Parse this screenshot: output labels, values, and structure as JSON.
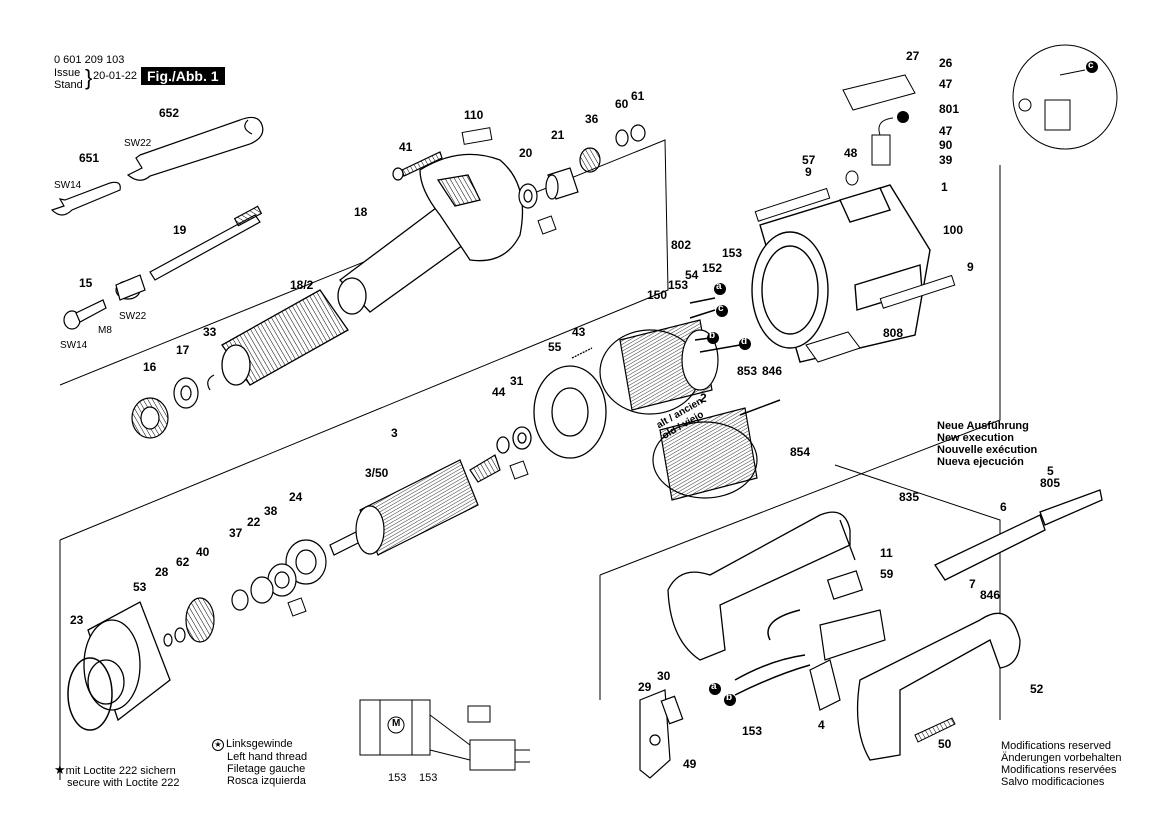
{
  "header": {
    "part_number": "0 601 209 103",
    "issue_label": "Issue",
    "stand_label": "Stand",
    "date": "20-01-22",
    "fig_label": "Fig./Abb. 1"
  },
  "callouts": [
    "652",
    "651",
    "SW22",
    "SW14",
    "110",
    "41",
    "18",
    "19",
    "18/2",
    "15",
    "M8",
    "SW22",
    "SW14",
    "20",
    "21",
    "36",
    "60",
    "61",
    "16",
    "17",
    "33",
    "27",
    "26",
    "47",
    "801",
    "47",
    "90",
    "39",
    "57",
    "9",
    "48",
    "1",
    "100",
    "9",
    "808",
    "802",
    "153",
    "54",
    "152",
    "153",
    "150",
    "a",
    "c",
    "b",
    "d",
    "43",
    "55",
    "44",
    "31",
    "alt / ancien",
    "old / viejo",
    "2",
    "853",
    "846",
    "854",
    "3",
    "3/50",
    "24",
    "38",
    "22",
    "37",
    "40",
    "62",
    "28",
    "53",
    "23",
    "835",
    "5",
    "805",
    "6",
    "11",
    "59",
    "7",
    "846",
    "52",
    "30",
    "29",
    "a",
    "b",
    "153",
    "4",
    "50",
    "49",
    "153",
    "153",
    "c"
  ],
  "new_execution": {
    "line1": "Neue Ausführung",
    "line2": "New execution",
    "line3": "Nouvelle exécution",
    "line4": "Nueva ejecución"
  },
  "loctite": {
    "line1": "mit Loctite 222 sichern",
    "line2": "secure with Loctite 222"
  },
  "left_thread": {
    "line1": "Linksgewinde",
    "line2": "Left hand thread",
    "line3": "Filetage gauche",
    "line4": "Rosca izquierda"
  },
  "modifications": {
    "line1": "Modifications reserved",
    "line2": "Änderungen vorbehalten",
    "line3": "Modifications reservées",
    "line4": "Salvo modificaciones"
  },
  "circuit": {
    "motor": "M",
    "ref1": "153",
    "ref2": "153"
  },
  "icons": [
    "star-icon",
    "left-thread-icon",
    "grease-icon",
    "motor-symbol"
  ]
}
